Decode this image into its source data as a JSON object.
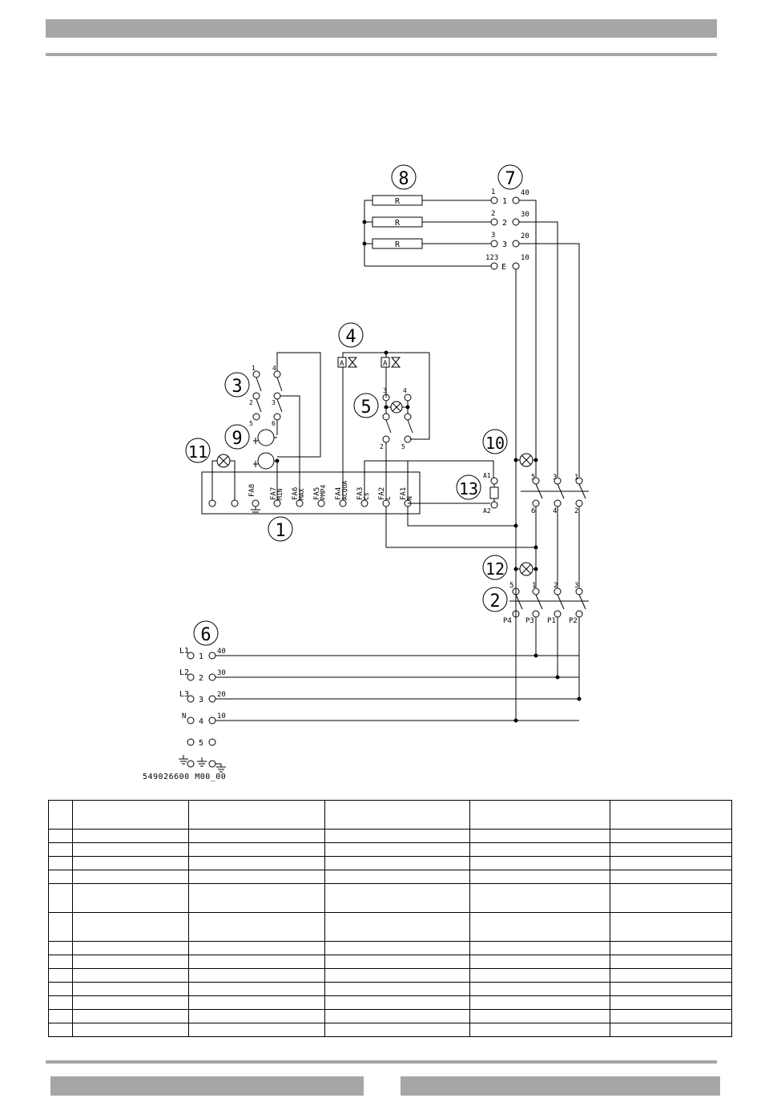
{
  "diagram": {
    "code": "549026600 M00_00",
    "callouts": [
      "1",
      "2",
      "3",
      "4",
      "5",
      "6",
      "7",
      "8",
      "9",
      "10",
      "11",
      "12",
      "13"
    ],
    "resistor_label": "R",
    "heater_block": {
      "left_pins": [
        "1",
        "2",
        "3",
        "123"
      ],
      "mid_pins": [
        "1",
        "2",
        "3",
        "E"
      ],
      "right_pins": [
        "40",
        "30",
        "20",
        "10"
      ]
    },
    "terminal_block": {
      "left": [
        "L1",
        "L2",
        "L3",
        "N"
      ],
      "mid": [
        "1",
        "2",
        "3",
        "4",
        "5"
      ],
      "right": [
        "40",
        "30",
        "20",
        "10"
      ]
    },
    "board_pins": [
      "FA8",
      "FA7",
      "FA6",
      "FA5",
      "FA4",
      "FA3",
      "FA2",
      "FA1"
    ],
    "board_pin_sublabels": [
      "",
      "MIN",
      "MAX",
      "PMP4",
      "ACQUA",
      "Cs",
      "L",
      "N"
    ],
    "switch3_pins": [
      "1",
      "4",
      "2",
      "3",
      "5",
      "6"
    ],
    "switch5_pins": [
      "3",
      "4",
      "2",
      "5"
    ],
    "relay_pins": [
      "A1",
      "A2"
    ],
    "contactor10_pins": [
      "5",
      "3",
      "1",
      "6",
      "4",
      "2"
    ],
    "contactor2_pins": [
      "5",
      "1",
      "2",
      "3",
      "P4",
      "P3",
      "P1",
      "P2"
    ]
  },
  "legend_table": {
    "rows": 14
  }
}
